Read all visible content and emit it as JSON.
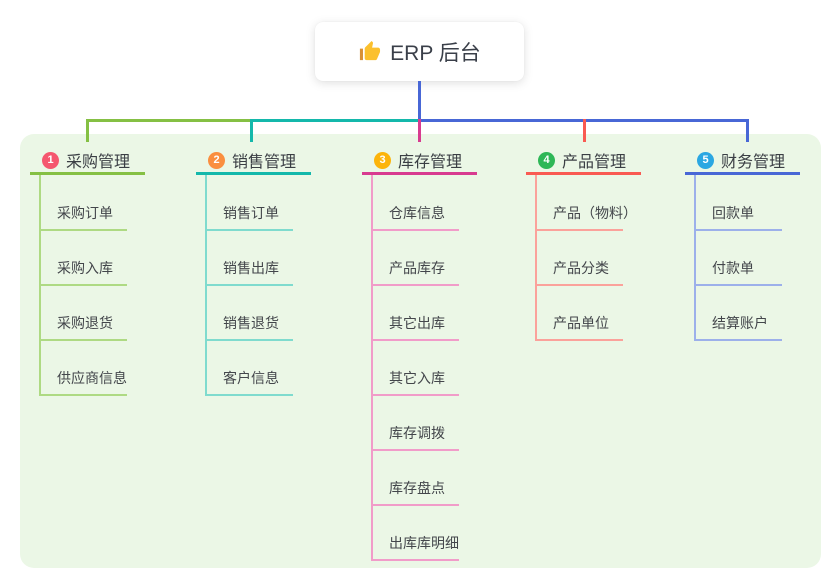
{
  "root": {
    "label": "ERP 后台",
    "icon": "thumbs-up"
  },
  "colors": {
    "canvas_bg": "#ffffff",
    "panel_bg": "#ebf7e6",
    "root_line": "#4867d6",
    "root_text": "#3a3f49",
    "thumb_hand": "#fbc02d",
    "thumb_sleeve": "#d89035"
  },
  "branches": [
    {
      "number": "1",
      "title": "采购管理",
      "badge_color": "#f5576f",
      "line_color": "#85c044",
      "child_line_color": "#aeda83",
      "children": [
        "采购订单",
        "采购入库",
        "采购退货",
        "供应商信息"
      ]
    },
    {
      "number": "2",
      "title": "销售管理",
      "badge_color": "#fa8f3f",
      "line_color": "#14b8ab",
      "child_line_color": "#7fdbce",
      "children": [
        "销售订单",
        "销售出库",
        "销售退货",
        "客户信息"
      ]
    },
    {
      "number": "3",
      "title": "库存管理",
      "badge_color": "#fcb40a",
      "line_color": "#d83b90",
      "child_line_color": "#f19cc9",
      "children": [
        "仓库信息",
        "产品库存",
        "其它出库",
        "其它入库",
        "库存调拨",
        "库存盘点",
        "出库库明细"
      ]
    },
    {
      "number": "4",
      "title": "产品管理",
      "badge_color": "#2eb757",
      "line_color": "#f95a52",
      "child_line_color": "#fba29b",
      "children": [
        "产品（物料）",
        "产品分类",
        "产品单位"
      ]
    },
    {
      "number": "5",
      "title": "财务管理",
      "badge_color": "#2ba7e2",
      "line_color": "#4867d6",
      "child_line_color": "#9cb0ea",
      "children": [
        "回款单",
        "付款单",
        "结算账户"
      ]
    }
  ]
}
